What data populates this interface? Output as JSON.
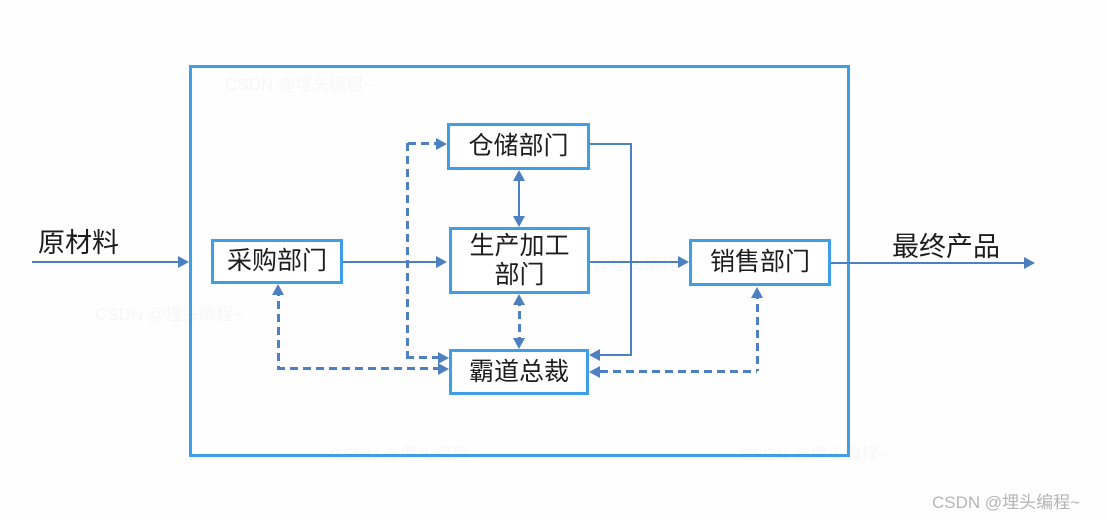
{
  "diagram": {
    "nodes": {
      "purchasing": {
        "label": "采购部门"
      },
      "warehouse": {
        "label": "仓储部门"
      },
      "production": {
        "label_line1": "生产加工",
        "label_line2": "部门"
      },
      "ceo": {
        "label": "霸道总裁"
      },
      "sales": {
        "label": "销售部门"
      }
    },
    "external_labels": {
      "input": "原材料",
      "output": "最终产品"
    },
    "edges": [
      {
        "from": "raw_material",
        "to": "purchasing",
        "style": "solid",
        "direction": "one-way"
      },
      {
        "from": "purchasing",
        "to": "production",
        "style": "solid",
        "direction": "one-way"
      },
      {
        "from": "production",
        "to": "sales",
        "style": "solid",
        "direction": "one-way"
      },
      {
        "from": "sales",
        "to": "final_product",
        "style": "solid",
        "direction": "one-way"
      },
      {
        "from": "warehouse",
        "to": "production",
        "style": "solid",
        "direction": "two-way"
      },
      {
        "from": "warehouse",
        "to": "ceo",
        "style": "solid",
        "direction": "one-way"
      },
      {
        "from": "production",
        "to": "ceo",
        "style": "dashed",
        "direction": "two-way"
      },
      {
        "from": "purchasing",
        "to": "ceo",
        "style": "dashed",
        "direction": "two-way"
      },
      {
        "from": "warehouse",
        "to": "ceo",
        "style": "dashed",
        "direction": "two-way"
      },
      {
        "from": "sales",
        "to": "ceo",
        "style": "dashed",
        "direction": "two-way"
      }
    ],
    "colors": {
      "box_border": "#3e9ee6",
      "arrow_line": "#4c80c0",
      "label_text": "#1d1d1d"
    }
  },
  "watermark": {
    "text": "CSDN @埋头编程~",
    "color": "#b5b5b5"
  }
}
